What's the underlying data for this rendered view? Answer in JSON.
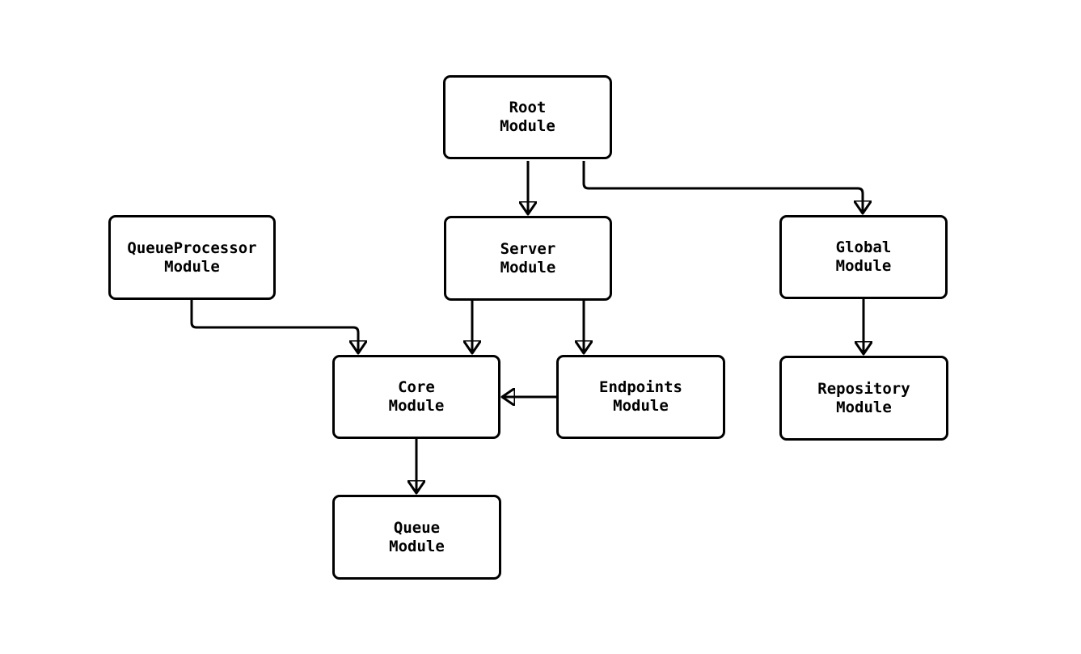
{
  "diagram": {
    "type": "module-dependency-graph",
    "colors": {
      "background": "#ffffff",
      "node_fill": "#ffffff",
      "node_border": "#000000",
      "edge_stroke": "#000000",
      "text": "#000000"
    },
    "nodes": [
      {
        "id": "root",
        "label": "Root\nModule"
      },
      {
        "id": "queueprocessor",
        "label": "QueueProcessor\nModule"
      },
      {
        "id": "server",
        "label": "Server\nModule"
      },
      {
        "id": "global",
        "label": "Global\nModule"
      },
      {
        "id": "core",
        "label": "Core\nModule"
      },
      {
        "id": "endpoints",
        "label": "Endpoints\nModule"
      },
      {
        "id": "repository",
        "label": "Repository\nModule"
      },
      {
        "id": "queue",
        "label": "Queue\nModule"
      }
    ],
    "edges": [
      {
        "from": "root",
        "to": "server"
      },
      {
        "from": "root",
        "to": "global"
      },
      {
        "from": "queueprocessor",
        "to": "core"
      },
      {
        "from": "server",
        "to": "core"
      },
      {
        "from": "server",
        "to": "endpoints"
      },
      {
        "from": "endpoints",
        "to": "core"
      },
      {
        "from": "global",
        "to": "repository"
      },
      {
        "from": "core",
        "to": "queue"
      }
    ]
  }
}
